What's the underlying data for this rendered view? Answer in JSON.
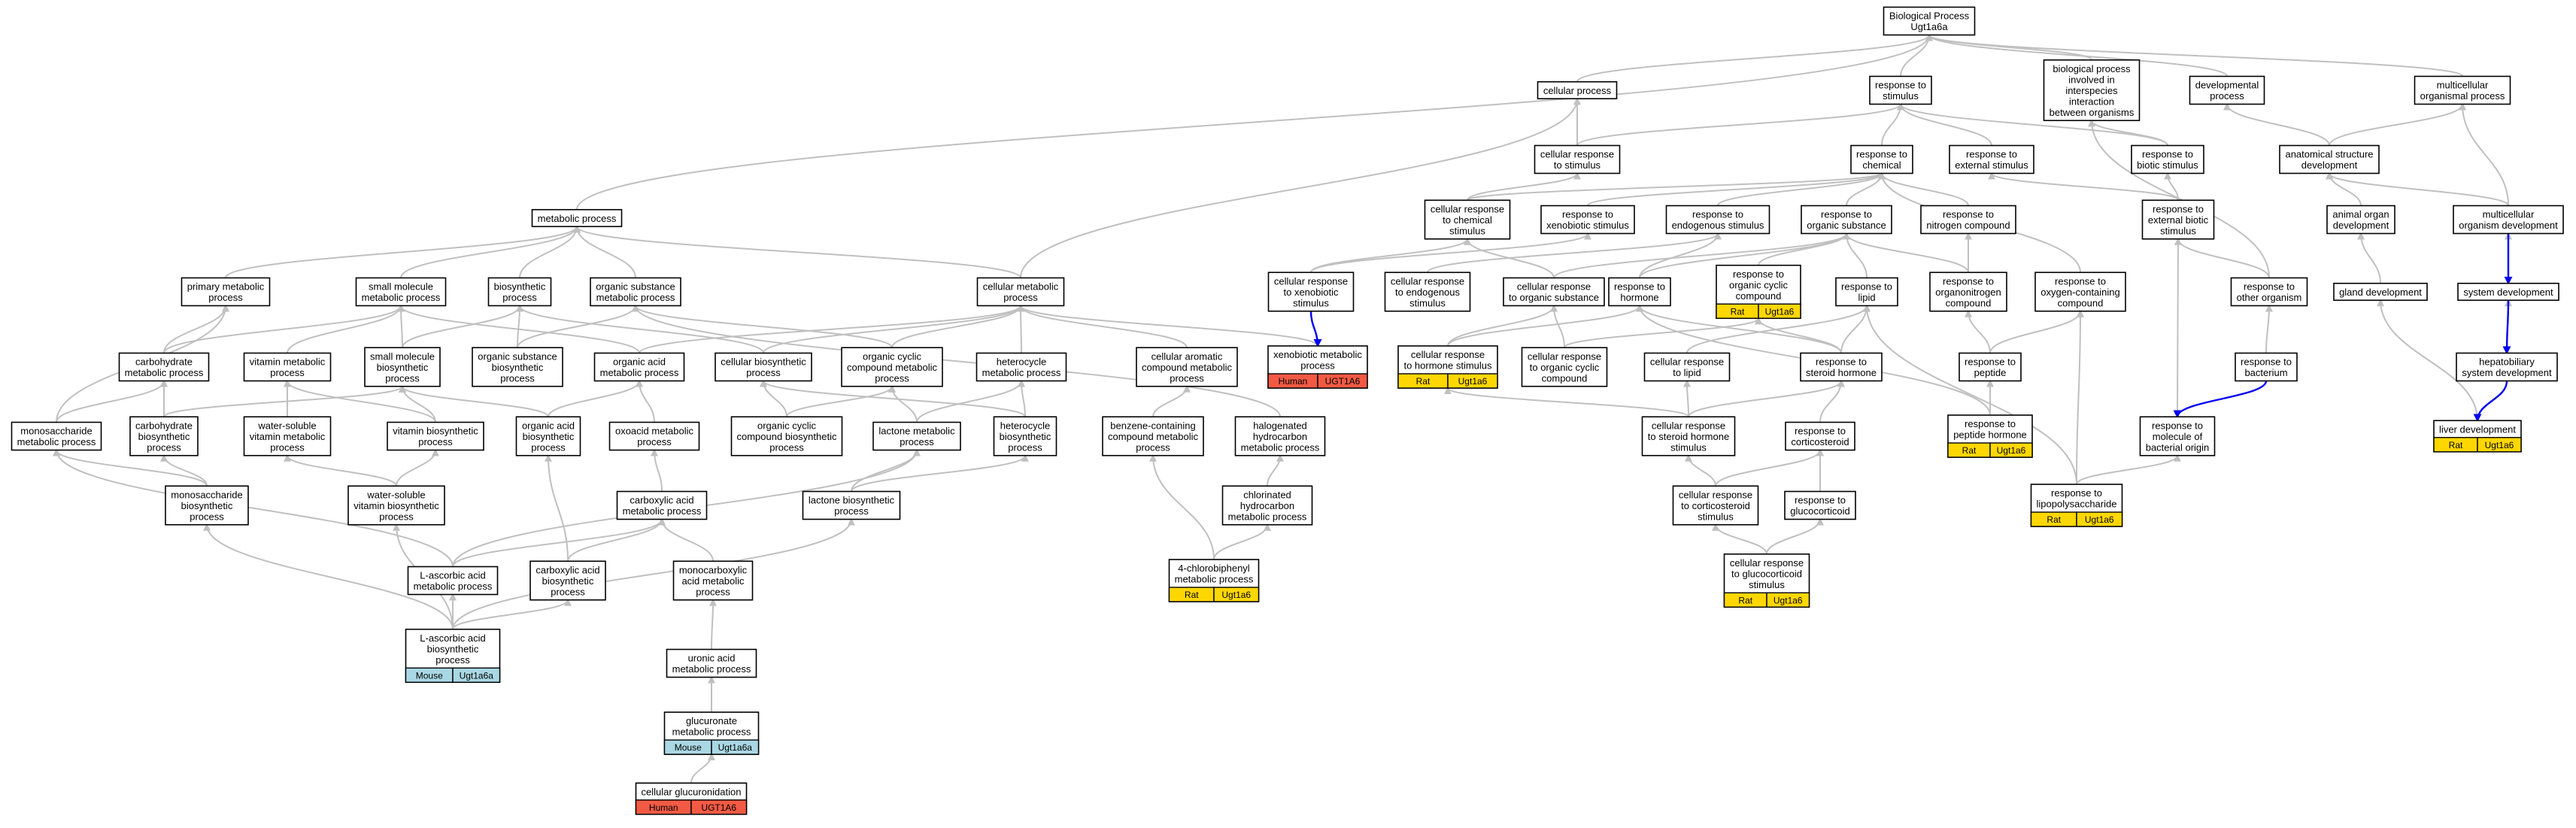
{
  "colors": {
    "edge": "#c0c0c0",
    "edge_highlight": "#0000ee",
    "species_human": "#f25a44",
    "species_rat": "#ffd700",
    "species_mouse": "#a9d8e4",
    "node_border": "#000000"
  },
  "nodes": [
    {
      "id": "root",
      "lines": [
        "Biological Process",
        "Ugt1a6a"
      ]
    },
    {
      "id": "cellproc",
      "lines": [
        "cellular process"
      ]
    },
    {
      "id": "respstim",
      "lines": [
        "response to",
        "stimulus"
      ]
    },
    {
      "id": "bpinter",
      "lines": [
        "biological process",
        "involved in",
        "interspecies",
        "interaction",
        "between organisms"
      ]
    },
    {
      "id": "devproc",
      "lines": [
        "developmental",
        "process"
      ]
    },
    {
      "id": "multiorg",
      "lines": [
        "multicellular",
        "organismal process"
      ]
    },
    {
      "id": "cellrespstim",
      "lines": [
        "cellular response",
        "to stimulus"
      ]
    },
    {
      "id": "respchem",
      "lines": [
        "response to",
        "chemical"
      ]
    },
    {
      "id": "respext",
      "lines": [
        "response to",
        "external stimulus"
      ]
    },
    {
      "id": "respbiotic",
      "lines": [
        "response to",
        "biotic stimulus"
      ]
    },
    {
      "id": "anatdev",
      "lines": [
        "anatomical structure",
        "development"
      ]
    },
    {
      "id": "metproc",
      "lines": [
        "metabolic process"
      ]
    },
    {
      "id": "cellrespchem",
      "lines": [
        "cellular response",
        "to chemical",
        "stimulus"
      ]
    },
    {
      "id": "respxeno",
      "lines": [
        "response to",
        "xenobiotic stimulus"
      ]
    },
    {
      "id": "respendo",
      "lines": [
        "response to",
        "endogenous stimulus"
      ]
    },
    {
      "id": "resporgsub",
      "lines": [
        "response to",
        "organic substance"
      ]
    },
    {
      "id": "respnitro",
      "lines": [
        "response to",
        "nitrogen compound"
      ]
    },
    {
      "id": "respextbio",
      "lines": [
        "response to",
        "external biotic",
        "stimulus"
      ]
    },
    {
      "id": "animorgdev",
      "lines": [
        "animal organ",
        "development"
      ]
    },
    {
      "id": "multiorgdev",
      "lines": [
        "multicellular",
        "organism development"
      ]
    },
    {
      "id": "primmet",
      "lines": [
        "primary metabolic",
        "process"
      ]
    },
    {
      "id": "smallmol",
      "lines": [
        "small molecule",
        "metabolic process"
      ]
    },
    {
      "id": "biosyn",
      "lines": [
        "biosynthetic",
        "process"
      ]
    },
    {
      "id": "orgsubmet",
      "lines": [
        "organic substance",
        "metabolic process"
      ]
    },
    {
      "id": "cellmet",
      "lines": [
        "cellular metabolic",
        "process"
      ]
    },
    {
      "id": "cellrespxeno",
      "lines": [
        "cellular response",
        "to xenobiotic",
        "stimulus"
      ]
    },
    {
      "id": "cellrespendo",
      "lines": [
        "cellular response",
        "to endogenous",
        "stimulus"
      ]
    },
    {
      "id": "cellresporgsub",
      "lines": [
        "cellular response",
        "to organic substance"
      ]
    },
    {
      "id": "resphormone",
      "lines": [
        "response to",
        "hormone"
      ]
    },
    {
      "id": "resporgcyclic",
      "lines": [
        "response to",
        "organic cyclic",
        "compound"
      ],
      "tag": {
        "species": "Rat",
        "gene": "Ugt1a6"
      }
    },
    {
      "id": "resplipid",
      "lines": [
        "response to",
        "lipid"
      ]
    },
    {
      "id": "resporganonitro",
      "lines": [
        "response to",
        "organonitrogen",
        "compound"
      ]
    },
    {
      "id": "respoxy",
      "lines": [
        "response to",
        "oxygen-containing",
        "compound"
      ]
    },
    {
      "id": "respother",
      "lines": [
        "response to",
        "other organism"
      ]
    },
    {
      "id": "glanddev",
      "lines": [
        "gland development"
      ]
    },
    {
      "id": "sysdev",
      "lines": [
        "system development"
      ]
    },
    {
      "id": "carbmet",
      "lines": [
        "carbohydrate",
        "metabolic process"
      ]
    },
    {
      "id": "vitmet",
      "lines": [
        "vitamin metabolic",
        "process"
      ]
    },
    {
      "id": "smallmolbio",
      "lines": [
        "small molecule",
        "biosynthetic",
        "process"
      ]
    },
    {
      "id": "orgsubbio",
      "lines": [
        "organic substance",
        "biosynthetic",
        "process"
      ]
    },
    {
      "id": "orgacidmet",
      "lines": [
        "organic acid",
        "metabolic process"
      ]
    },
    {
      "id": "cellbio",
      "lines": [
        "cellular biosynthetic",
        "process"
      ]
    },
    {
      "id": "orgcycmet",
      "lines": [
        "organic cyclic",
        "compound metabolic",
        "process"
      ]
    },
    {
      "id": "hetmet",
      "lines": [
        "heterocycle",
        "metabolic process"
      ]
    },
    {
      "id": "cellarom",
      "lines": [
        "cellular aromatic",
        "compound metabolic",
        "process"
      ]
    },
    {
      "id": "xenomet",
      "lines": [
        "xenobiotic metabolic",
        "process"
      ],
      "tag": {
        "species": "Human",
        "gene": "UGT1A6"
      }
    },
    {
      "id": "cellresphormone",
      "lines": [
        "cellular response",
        "to hormone stimulus"
      ],
      "tag": {
        "species": "Rat",
        "gene": "Ugt1a6"
      }
    },
    {
      "id": "cellresporgcyc",
      "lines": [
        "cellular response",
        "to organic cyclic",
        "compound"
      ]
    },
    {
      "id": "cellresplipid",
      "lines": [
        "cellular response",
        "to lipid"
      ]
    },
    {
      "id": "respsteroid",
      "lines": [
        "response to",
        "steroid hormone"
      ]
    },
    {
      "id": "resppeptide",
      "lines": [
        "response to",
        "peptide"
      ]
    },
    {
      "id": "respbact",
      "lines": [
        "response to",
        "bacterium"
      ]
    },
    {
      "id": "hepato",
      "lines": [
        "hepatobiliary",
        "system development"
      ]
    },
    {
      "id": "monosacmet",
      "lines": [
        "monosaccharide",
        "metabolic process"
      ]
    },
    {
      "id": "carbbio",
      "lines": [
        "carbohydrate",
        "biosynthetic",
        "process"
      ]
    },
    {
      "id": "watersolmet",
      "lines": [
        "water-soluble",
        "vitamin metabolic",
        "process"
      ]
    },
    {
      "id": "vitbio",
      "lines": [
        "vitamin biosynthetic",
        "process"
      ]
    },
    {
      "id": "orgacidbio",
      "lines": [
        "organic acid",
        "biosynthetic",
        "process"
      ]
    },
    {
      "id": "oxoacid",
      "lines": [
        "oxoacid metabolic",
        "process"
      ]
    },
    {
      "id": "orgcycbio",
      "lines": [
        "organic cyclic",
        "compound biosynthetic",
        "process"
      ]
    },
    {
      "id": "lactonemet",
      "lines": [
        "lactone metabolic",
        "process"
      ]
    },
    {
      "id": "hetbio",
      "lines": [
        "heterocycle",
        "biosynthetic",
        "process"
      ]
    },
    {
      "id": "benzene",
      "lines": [
        "benzene-containing",
        "compound metabolic",
        "process"
      ]
    },
    {
      "id": "halogen",
      "lines": [
        "halogenated",
        "hydrocarbon",
        "metabolic process"
      ]
    },
    {
      "id": "cellrespsteroid",
      "lines": [
        "cellular response",
        "to steroid hormone",
        "stimulus"
      ]
    },
    {
      "id": "respcortico",
      "lines": [
        "response to",
        "corticosteroid"
      ]
    },
    {
      "id": "resppeptidehorm",
      "lines": [
        "response to",
        "peptide hormone"
      ],
      "tag": {
        "species": "Rat",
        "gene": "Ugt1a6"
      }
    },
    {
      "id": "respmolbact",
      "lines": [
        "response to",
        "molecule of",
        "bacterial origin"
      ]
    },
    {
      "id": "liverdev",
      "lines": [
        "liver development"
      ],
      "tag": {
        "species": "Rat",
        "gene": "Ugt1a6"
      }
    },
    {
      "id": "monosacbio",
      "lines": [
        "monosaccharide",
        "biosynthetic",
        "process"
      ]
    },
    {
      "id": "watersolbio",
      "lines": [
        "water-soluble",
        "vitamin biosynthetic",
        "process"
      ]
    },
    {
      "id": "carboxmet",
      "lines": [
        "carboxylic acid",
        "metabolic process"
      ]
    },
    {
      "id": "lactonebio",
      "lines": [
        "lactone biosynthetic",
        "process"
      ]
    },
    {
      "id": "chlorhydro",
      "lines": [
        "chlorinated",
        "hydrocarbon",
        "metabolic process"
      ]
    },
    {
      "id": "cellrespcortico",
      "lines": [
        "cellular response",
        "to corticosteroid",
        "stimulus"
      ]
    },
    {
      "id": "respgluco",
      "lines": [
        "response to",
        "glucocorticoid"
      ]
    },
    {
      "id": "resplps",
      "lines": [
        "response to",
        "lipopolysaccharide"
      ],
      "tag": {
        "species": "Rat",
        "gene": "Ugt1a6"
      }
    },
    {
      "id": "lascmet",
      "lines": [
        "L-ascorbic acid",
        "metabolic process"
      ]
    },
    {
      "id": "carboxbio",
      "lines": [
        "carboxylic acid",
        "biosynthetic",
        "process"
      ]
    },
    {
      "id": "monocarbox",
      "lines": [
        "monocarboxylic",
        "acid metabolic",
        "process"
      ]
    },
    {
      "id": "chlorbiph",
      "lines": [
        "4-chlorobiphenyl",
        "metabolic process"
      ],
      "tag": {
        "species": "Rat",
        "gene": "Ugt1a6"
      }
    },
    {
      "id": "cellrespgluco",
      "lines": [
        "cellular response",
        "to glucocorticoid",
        "stimulus"
      ],
      "tag": {
        "species": "Rat",
        "gene": "Ugt1a6"
      }
    },
    {
      "id": "lascbio",
      "lines": [
        "L-ascorbic acid",
        "biosynthetic",
        "process"
      ],
      "tag": {
        "species": "Mouse",
        "gene": "Ugt1a6a"
      }
    },
    {
      "id": "uronic",
      "lines": [
        "uronic acid",
        "metabolic process"
      ]
    },
    {
      "id": "glucuronate",
      "lines": [
        "glucuronate",
        "metabolic process"
      ],
      "tag": {
        "species": "Mouse",
        "gene": "Ugt1a6a"
      }
    },
    {
      "id": "cellgluc",
      "lines": [
        "cellular glucuronidation"
      ],
      "tag": {
        "species": "Human",
        "gene": "UGT1A6"
      }
    }
  ]
}
